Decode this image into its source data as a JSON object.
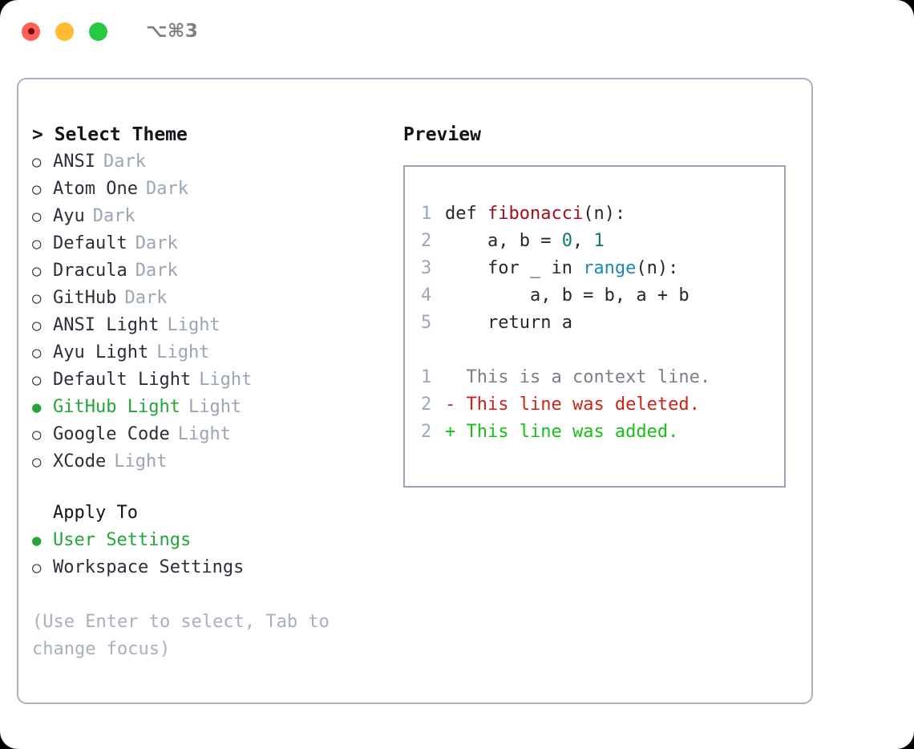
{
  "titlebar": {
    "shortcut": "⌥⌘3",
    "buttons": [
      {
        "name": "close",
        "color": "#ff5f57"
      },
      {
        "name": "minimize",
        "color": "#febc2e"
      },
      {
        "name": "maximize",
        "color": "#28c840"
      }
    ]
  },
  "theme_picker": {
    "title": "> Select Theme",
    "bullet_off": "○",
    "bullet_on": "●",
    "items": [
      {
        "label": "ANSI",
        "badge": "Dark",
        "selected": false
      },
      {
        "label": "Atom One",
        "badge": "Dark",
        "selected": false
      },
      {
        "label": "Ayu",
        "badge": "Dark",
        "selected": false
      },
      {
        "label": "Default",
        "badge": "Dark",
        "selected": false
      },
      {
        "label": "Dracula",
        "badge": "Dark",
        "selected": false
      },
      {
        "label": "GitHub",
        "badge": "Dark",
        "selected": false
      },
      {
        "label": "ANSI Light",
        "badge": "Light",
        "selected": false
      },
      {
        "label": "Ayu Light",
        "badge": "Light",
        "selected": false
      },
      {
        "label": "Default Light",
        "badge": "Light",
        "selected": false
      },
      {
        "label": "GitHub Light",
        "badge": "Light",
        "selected": true
      },
      {
        "label": "Google Code",
        "badge": "Light",
        "selected": false
      },
      {
        "label": "XCode",
        "badge": "Light",
        "selected": false
      }
    ]
  },
  "apply_to": {
    "title": "Apply To",
    "options": [
      {
        "label": "User Settings",
        "selected": true
      },
      {
        "label": "Workspace Settings",
        "selected": false
      }
    ]
  },
  "hint": "(Use Enter to select, Tab to change focus)",
  "preview": {
    "title": "Preview",
    "code_lines": [
      {
        "no": "1",
        "segments": [
          {
            "t": "def ",
            "c": "tok-def"
          },
          {
            "t": "fibonacci",
            "c": "tok-fn"
          },
          {
            "t": "(n):",
            "c": "code-text"
          }
        ]
      },
      {
        "no": "2",
        "segments": [
          {
            "t": "    a, b = ",
            "c": "code-text"
          },
          {
            "t": "0",
            "c": "tok-num"
          },
          {
            "t": ", ",
            "c": "code-text"
          },
          {
            "t": "1",
            "c": "tok-num"
          }
        ]
      },
      {
        "no": "3",
        "segments": [
          {
            "t": "    for _ in ",
            "c": "code-text"
          },
          {
            "t": "range",
            "c": "tok-builtin"
          },
          {
            "t": "(n):",
            "c": "code-text"
          }
        ]
      },
      {
        "no": "4",
        "segments": [
          {
            "t": "        a, b = b, a + b",
            "c": "code-text"
          }
        ]
      },
      {
        "no": "5",
        "segments": [
          {
            "t": "    return a",
            "c": "code-text"
          }
        ]
      }
    ],
    "diff_lines": [
      {
        "no": "1",
        "marker": "  ",
        "text": "This is a context line.",
        "kind": "diff-ctx"
      },
      {
        "no": "2",
        "marker": "- ",
        "text": "This line was deleted.",
        "kind": "diff-del"
      },
      {
        "no": "2",
        "marker": "+ ",
        "text": "This line was added.",
        "kind": "diff-add"
      }
    ]
  },
  "colors": {
    "accent_green": "#22a53a",
    "border": "#a8b2c1",
    "muted": "#9aa5b5",
    "hint": "#a8afbd",
    "diff_add": "#15c017",
    "diff_del": "#cf2218"
  }
}
